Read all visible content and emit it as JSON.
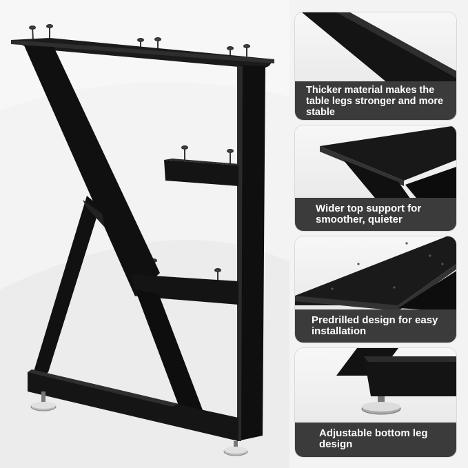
{
  "features": [
    {
      "text": "Thicker material makes the table legs stronger and more stable"
    },
    {
      "text": "Wider top support for smoother, quieter"
    },
    {
      "text": "Predrilled design for easy installation"
    },
    {
      "text": "Adjustable bottom leg design"
    }
  ],
  "colors": {
    "metal": "#121212",
    "caption_bg": "#3b3b3b",
    "caption_text": "#ffffff",
    "background": "#f3f3f3"
  }
}
